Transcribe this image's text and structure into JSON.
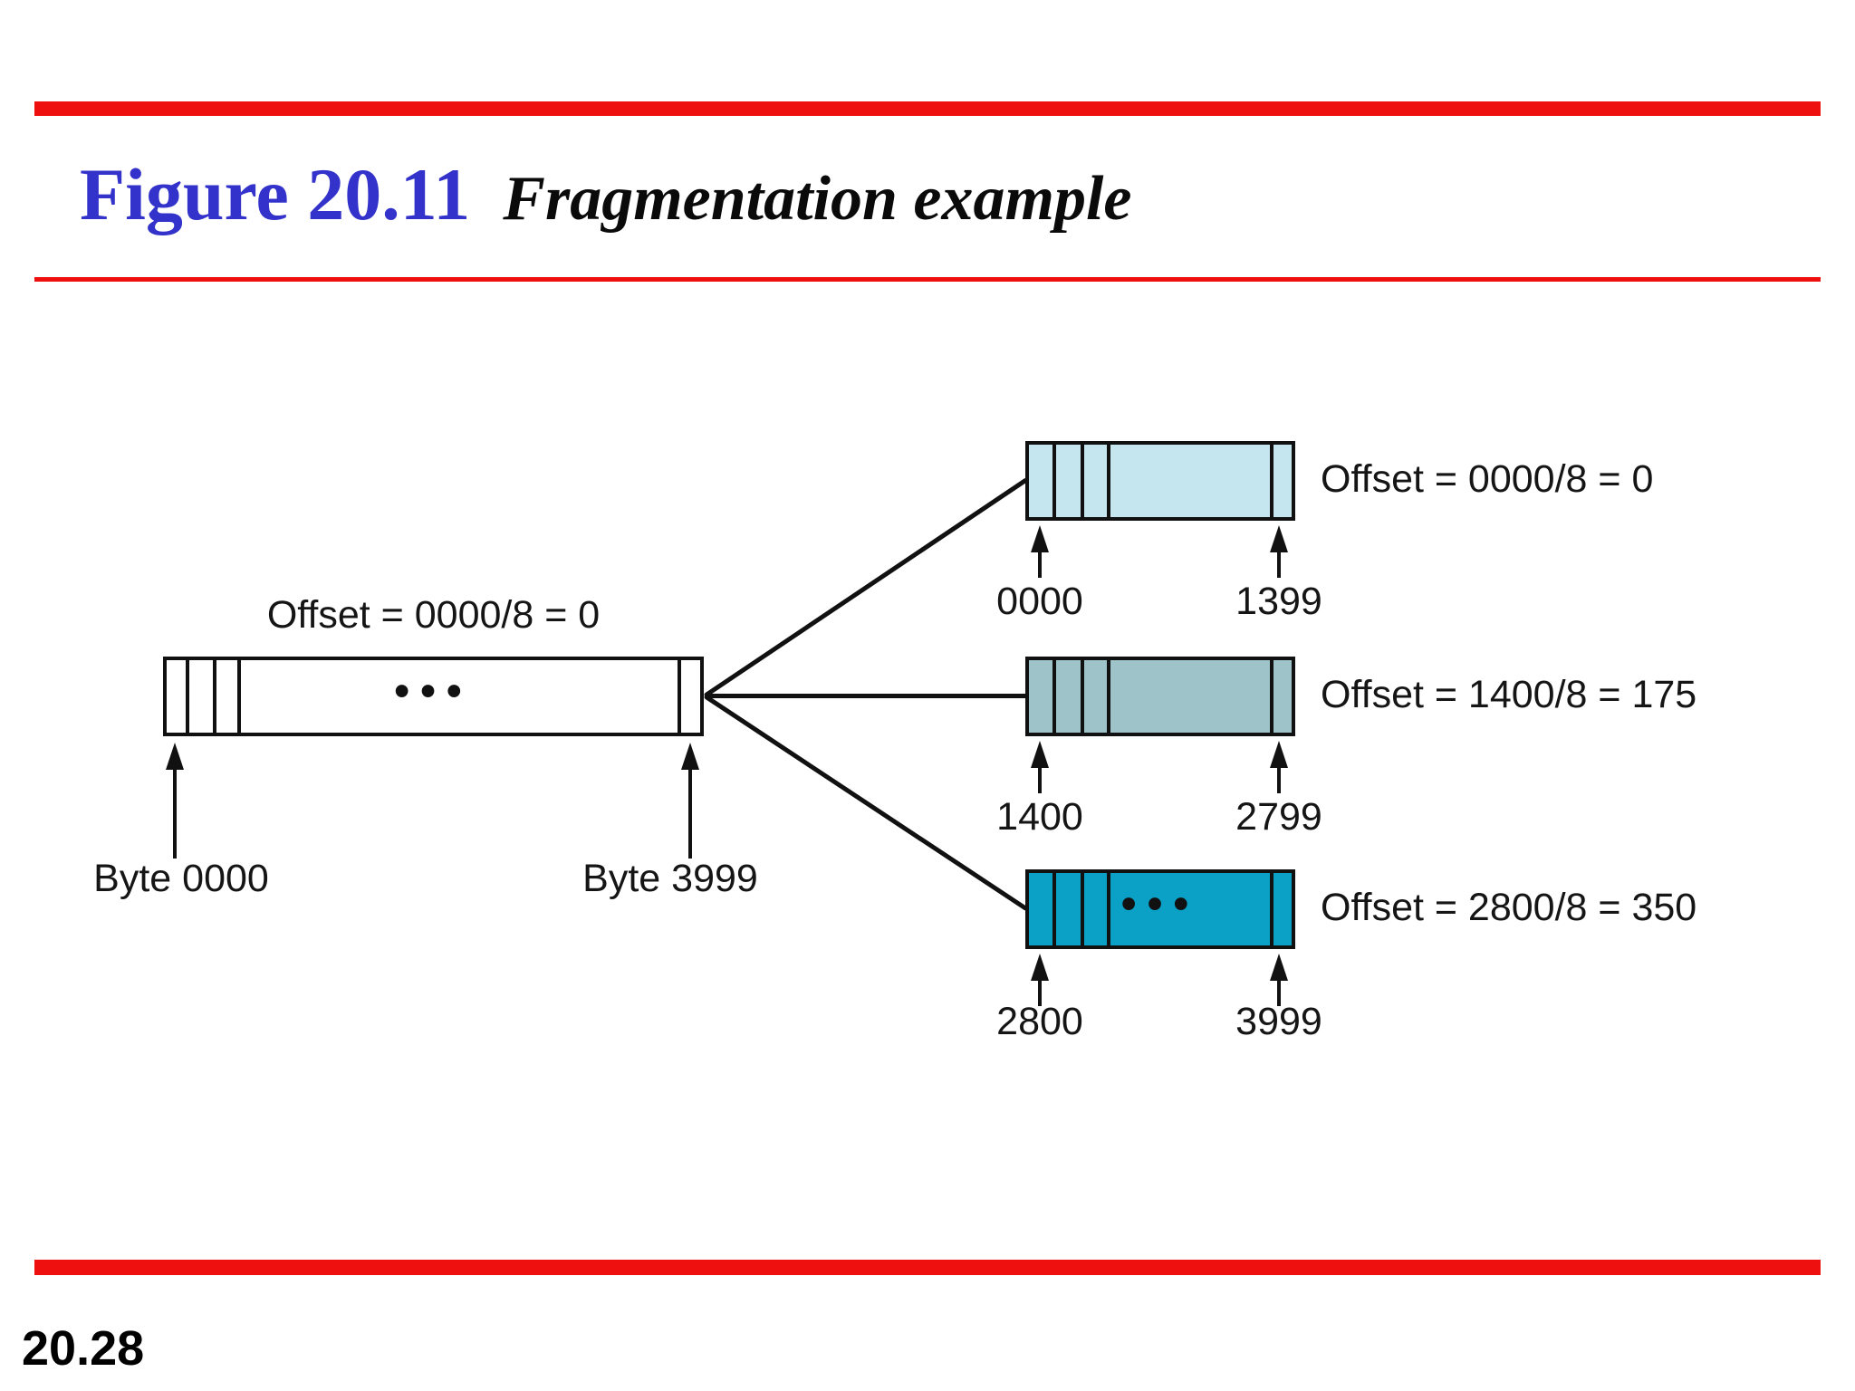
{
  "header": {
    "figure_label": "Figure 20.11",
    "figure_title": "Fragmentation example"
  },
  "footer": {
    "page_number": "20.28"
  },
  "colors": {
    "accent_red": "#ee0f0f",
    "title_blue": "#3333cc",
    "fragment1_fill": "#c6e6ef",
    "fragment2_fill": "#9ec4ca",
    "fragment3_fill": "#0ba1c7",
    "original_fill": "#ffffff"
  },
  "diagram": {
    "original": {
      "offset_label": "Offset = 0000/8 = 0",
      "dots": "•••",
      "start_label": "Byte 0000",
      "end_label": "Byte 3999"
    },
    "fragments": [
      {
        "offset_label": "Offset = 0000/8 = 0",
        "start_label": "0000",
        "end_label": "1399"
      },
      {
        "offset_label": "Offset = 1400/8 = 175",
        "start_label": "1400",
        "end_label": "2799"
      },
      {
        "offset_label": "Offset = 2800/8 = 350",
        "start_label": "2800",
        "end_label": "3999",
        "dots": "•••"
      }
    ]
  }
}
